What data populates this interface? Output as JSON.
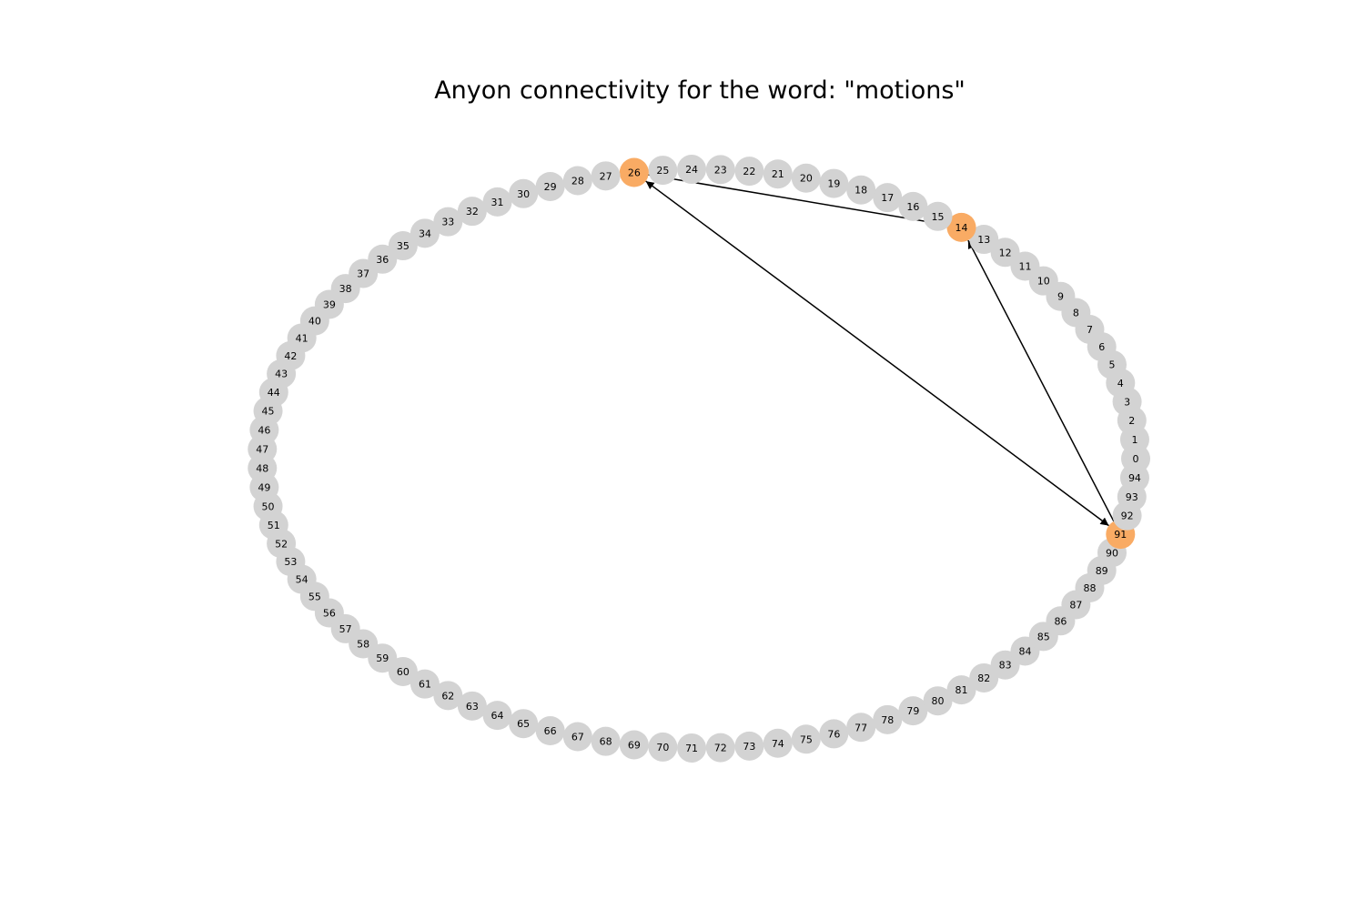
{
  "title": "Anyon connectivity for the word: \"motions\"",
  "colors": {
    "node_default": "#d3d3d3",
    "node_highlight": "#f9ab64",
    "edge": "#000000",
    "background": "#ffffff"
  },
  "graph": {
    "layout": "circular",
    "node_count": 95,
    "nodes": [
      "0",
      "1",
      "2",
      "3",
      "4",
      "5",
      "6",
      "7",
      "8",
      "9",
      "10",
      "11",
      "12",
      "13",
      "14",
      "15",
      "16",
      "17",
      "18",
      "19",
      "20",
      "21",
      "22",
      "23",
      "24",
      "25",
      "26",
      "27",
      "28",
      "29",
      "30",
      "31",
      "32",
      "33",
      "34",
      "35",
      "36",
      "37",
      "38",
      "39",
      "40",
      "41",
      "42",
      "43",
      "44",
      "45",
      "46",
      "47",
      "48",
      "49",
      "50",
      "51",
      "52",
      "53",
      "54",
      "55",
      "56",
      "57",
      "58",
      "59",
      "60",
      "61",
      "62",
      "63",
      "64",
      "65",
      "66",
      "67",
      "68",
      "69",
      "70",
      "71",
      "72",
      "73",
      "74",
      "75",
      "76",
      "77",
      "78",
      "79",
      "80",
      "81",
      "82",
      "83",
      "84",
      "85",
      "86",
      "87",
      "88",
      "89",
      "90",
      "91",
      "92",
      "93",
      "94"
    ],
    "highlighted": [
      14,
      26,
      91
    ],
    "edges": [
      {
        "from": 14,
        "to": 26,
        "arrow": "to"
      },
      {
        "from": 26,
        "to": 91,
        "arrow": "both"
      },
      {
        "from": 91,
        "to": 14,
        "arrow": "to"
      }
    ]
  }
}
